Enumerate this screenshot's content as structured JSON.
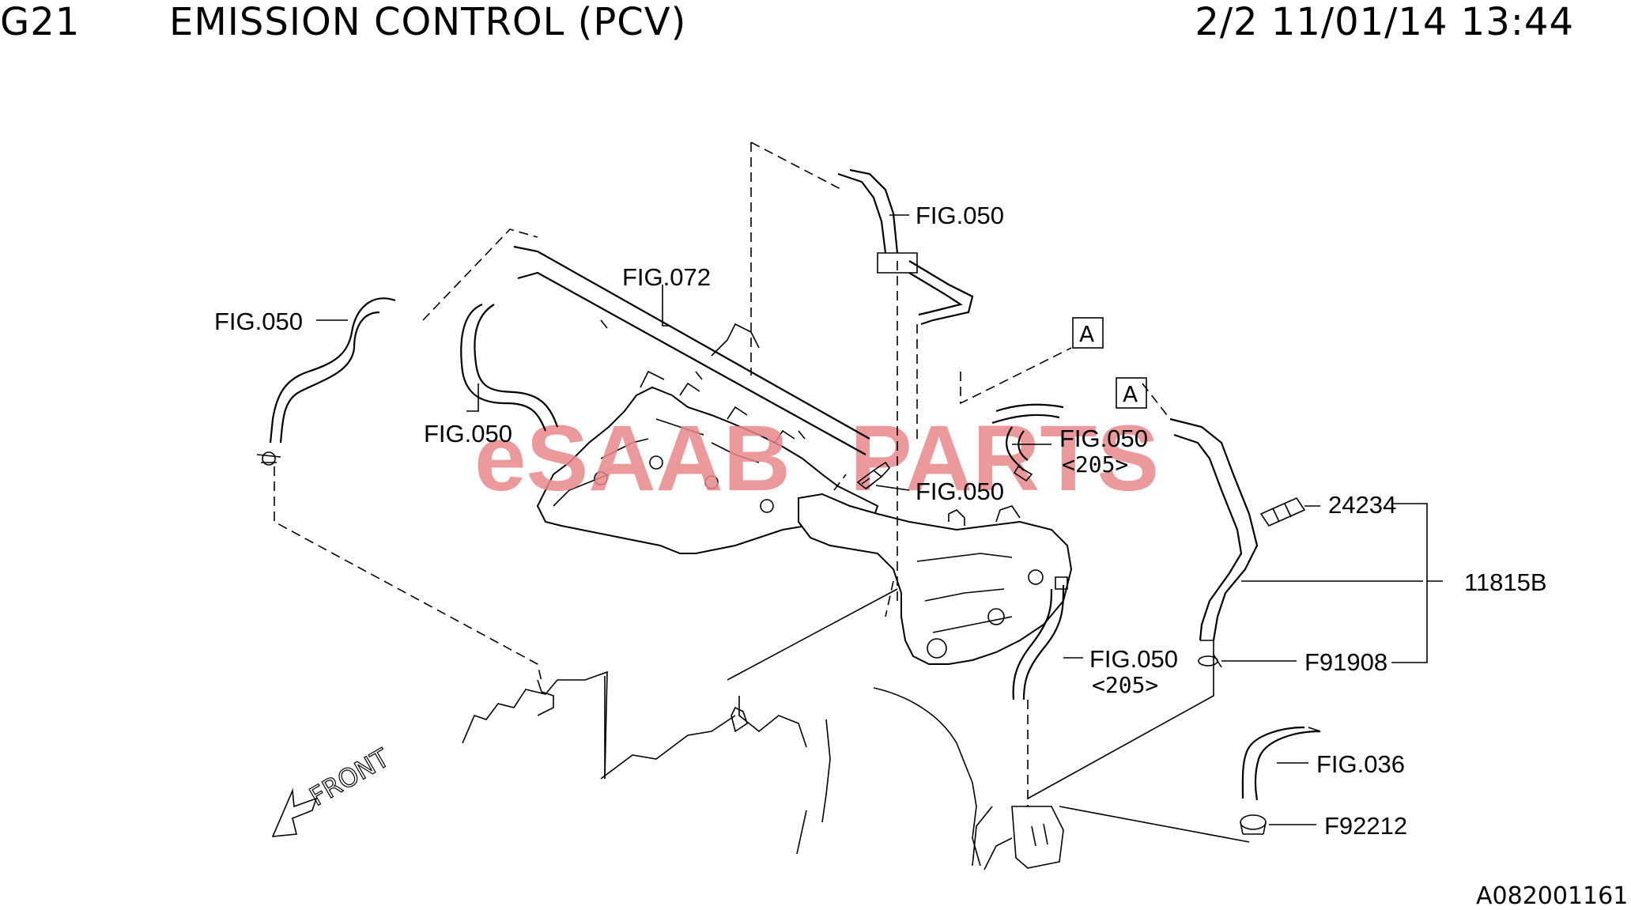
{
  "header": {
    "code": "G21",
    "title": "EMISSION CONTROL (PCV)",
    "date_stamp": "2/2 11/01/14 13:44"
  },
  "callouts": {
    "fig050_top": "FIG.050",
    "fig072": "FIG.072",
    "fig050_left": "FIG.050",
    "fig050_mid_left": "FIG.050",
    "fig050_right": "FIG.050",
    "fig050_right_sub": "<205>",
    "fig050_center": "FIG.050",
    "part_24234": "24234",
    "part_11815b": "11815B",
    "fig050_lower": "FIG.050",
    "fig050_lower_sub": "<205>",
    "part_f91908": "F91908",
    "fig036": "FIG.036",
    "part_f92212": "F92212"
  },
  "reference_marks": {
    "box_a_upper": "A",
    "box_a_lower": "A"
  },
  "front_marker": "FRONT",
  "watermark": {
    "part1": "eSAAB",
    "part2": "PARTS",
    "color": "#e8888a"
  },
  "catalog_number": "A082001161"
}
